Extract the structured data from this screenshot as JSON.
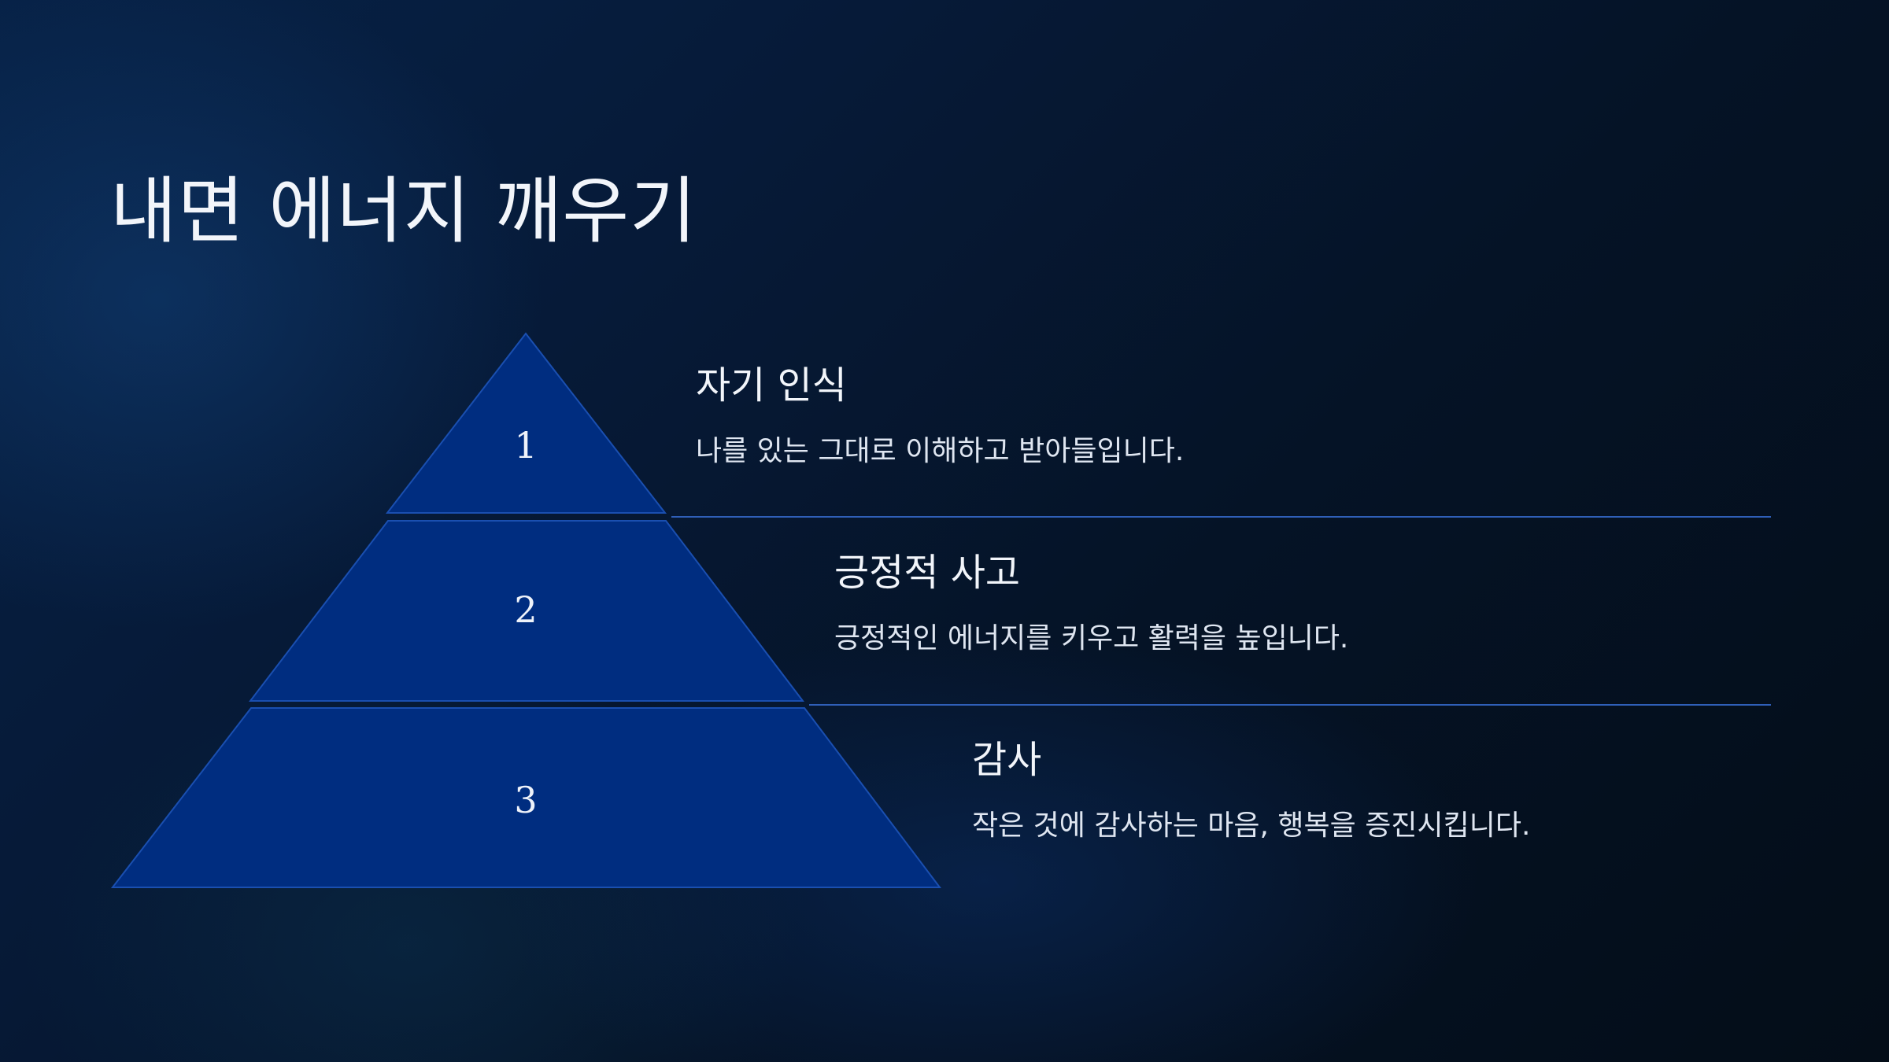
{
  "title": "내면 에너지 깨우기",
  "colors": {
    "tier_fill": "#002d80",
    "tier_stroke": "#1a4fb0",
    "divider": "#2f5fb8",
    "text": "#f2f5fa"
  },
  "tiers": [
    {
      "number": "1",
      "heading": "자기 인식",
      "description": "나를 있는 그대로 이해하고 받아들입니다."
    },
    {
      "number": "2",
      "heading": "긍정적 사고",
      "description": "긍정적인 에너지를 키우고 활력을 높입니다."
    },
    {
      "number": "3",
      "heading": "감사",
      "description": "작은 것에 감사하는 마음, 행복을 증진시킵니다."
    }
  ]
}
